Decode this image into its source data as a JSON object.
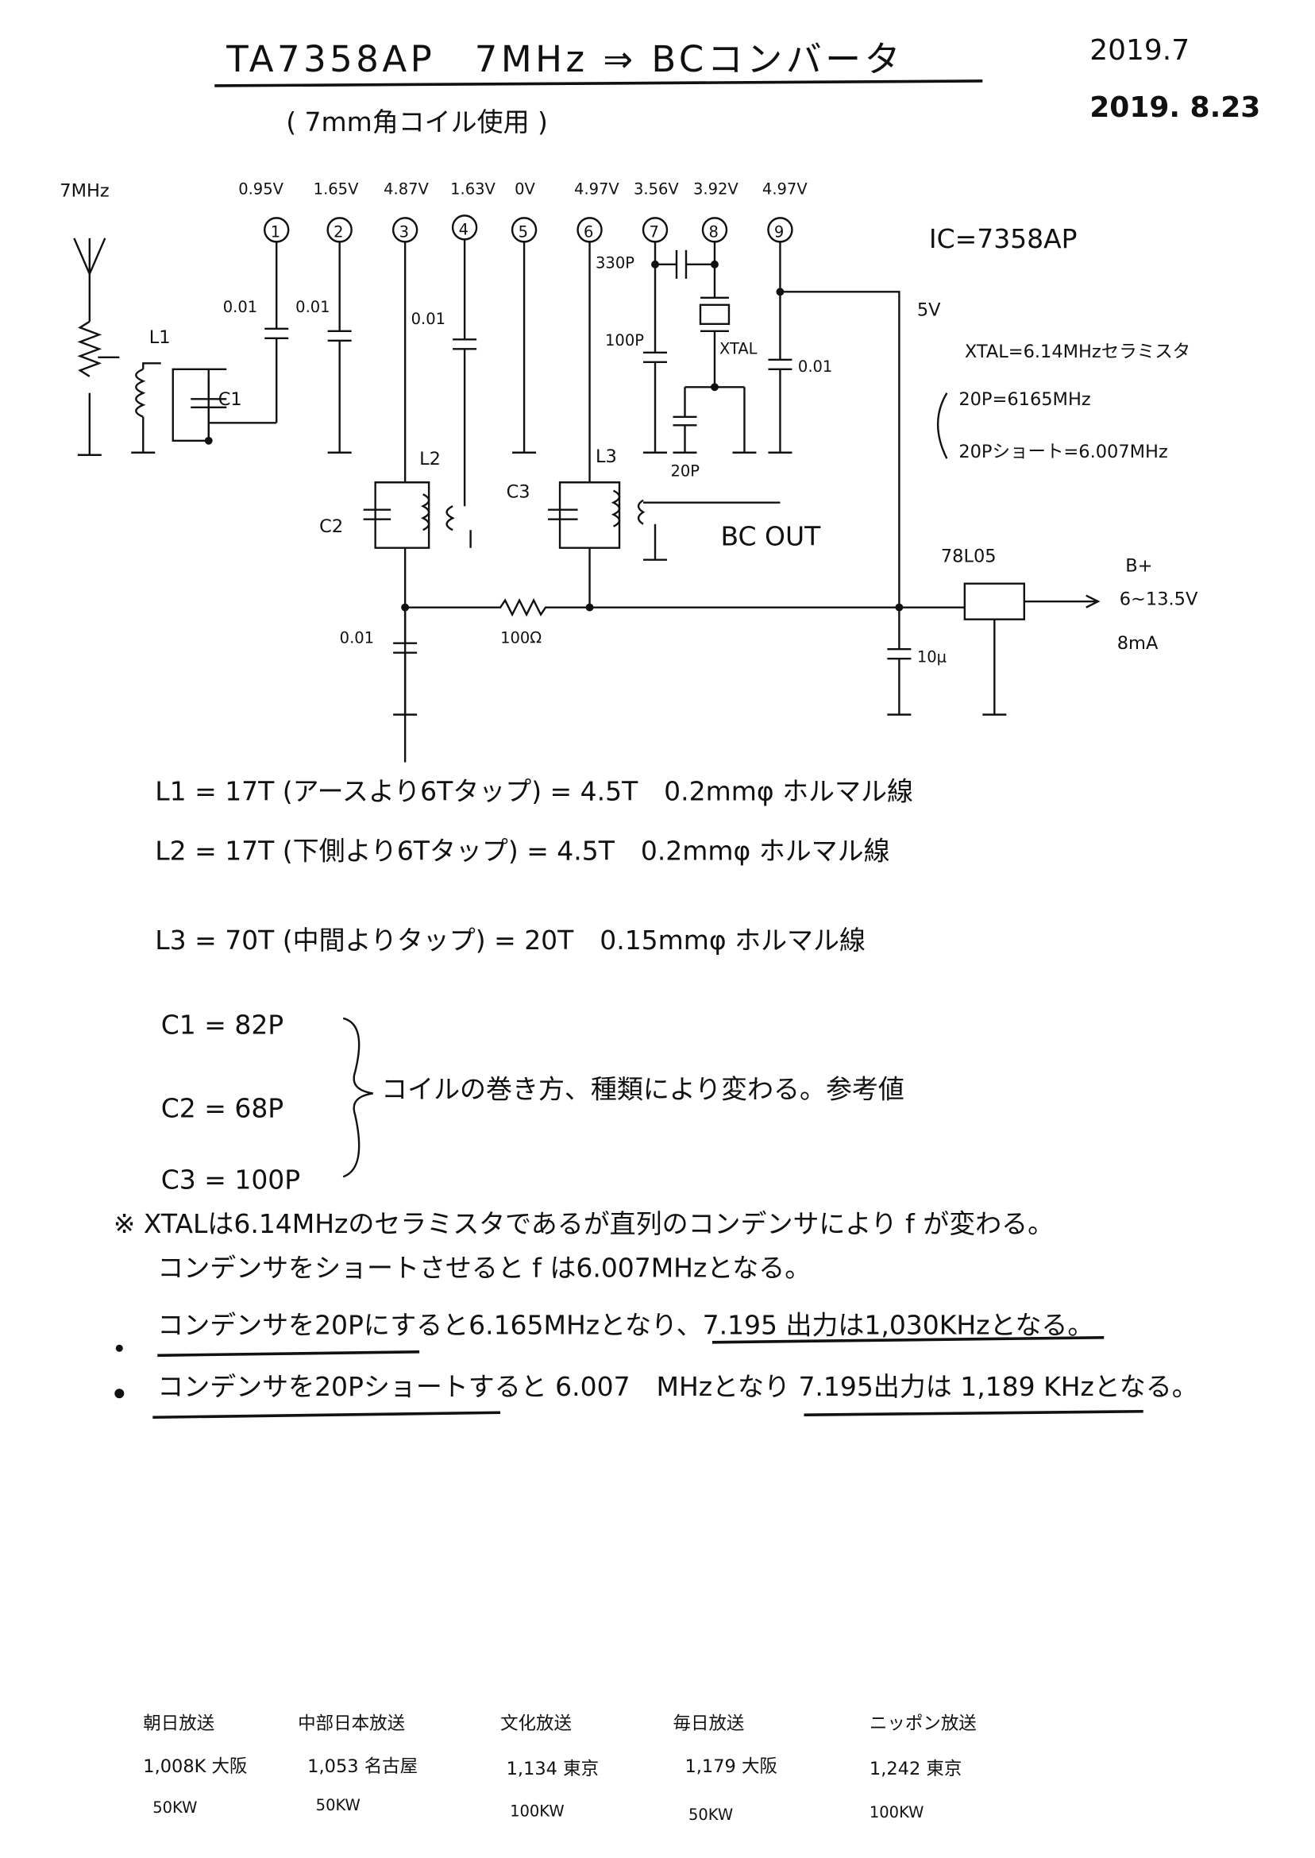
{
  "header": {
    "title": "TA7358AP　7MHz ⇒ BCコンバータ",
    "date1": "2019.7",
    "date2": "2019. 8.23",
    "subtitle": "( 7mm角コイル使用 )"
  },
  "schematic": {
    "input": "7MHz",
    "ic": "IC=7358AP",
    "pins": [
      "1",
      "2",
      "3",
      "4",
      "5",
      "6",
      "7",
      "8",
      "9"
    ],
    "voltages": [
      "0.95V",
      "1.65V",
      "4.87V",
      "1.63V",
      "0V",
      "4.97V",
      "3.56V",
      "3.92V",
      "4.97V"
    ],
    "labels": {
      "c_pin1": "0.01",
      "c_pin2": "0.01",
      "c_pin4": "0.01",
      "c_pin9": "0.01",
      "c330": "330P",
      "c100": "100P",
      "xtal": "XTAL",
      "c20": "20P",
      "L1": "L1",
      "C1": "C1",
      "L2": "L2",
      "C2": "C2",
      "L3": "L3",
      "C3": "C3",
      "bcout": "BC OUT",
      "r": "100Ω",
      "c_bypass": "0.01",
      "c_elec": "10μ",
      "reg": "78L05",
      "v5": "5V",
      "bplus": "B+",
      "bplus_range": "6~13.5V",
      "current": "8mA"
    },
    "xtal_notes": [
      "XTAL=6.14MHzセラミスタ",
      "20P=6165MHz",
      "20Pショート=6.007MHz"
    ]
  },
  "coils": [
    "L1 = 17T (アースより6Tタップ) = 4.5T　0.2mmφ ホルマル線",
    "L2 = 17T (下側より6Tタップ) = 4.5T　0.2mmφ ホルマル線",
    "L3 = 70T (中間よりタップ) = 20T　0.15mmφ ホルマル線"
  ],
  "caps": [
    "C1 = 82P",
    "C2 = 68P",
    "C3 = 100P"
  ],
  "caps_note": "コイルの巻き方、種類により変わる。参考値",
  "notes": [
    "※ XTALは6.14MHzのセラミスタであるが直列のコンデンサにより f が変わる。",
    "コンデンサをショートさせると f は6.007MHzとなる。",
    "コンデンサを20Pにすると6.165MHzとなり、7.195 出力は1,030KHzとなる。",
    "コンデンサを20Pショートすると 6.007　MHzとなり 7.195出力は 1,189 KHzとなる。"
  ],
  "stations": [
    {
      "name": "朝日放送",
      "freq": "1,008K 大阪",
      "power": "50KW"
    },
    {
      "name": "中部日本放送",
      "freq": "1,053 名古屋",
      "power": "50KW"
    },
    {
      "name": "文化放送",
      "freq": "1,134 東京",
      "power": "100KW"
    },
    {
      "name": "毎日放送",
      "freq": "1,179 大阪",
      "power": "50KW"
    },
    {
      "name": "ニッポン放送",
      "freq": "1,242 東京",
      "power": "100KW"
    }
  ]
}
